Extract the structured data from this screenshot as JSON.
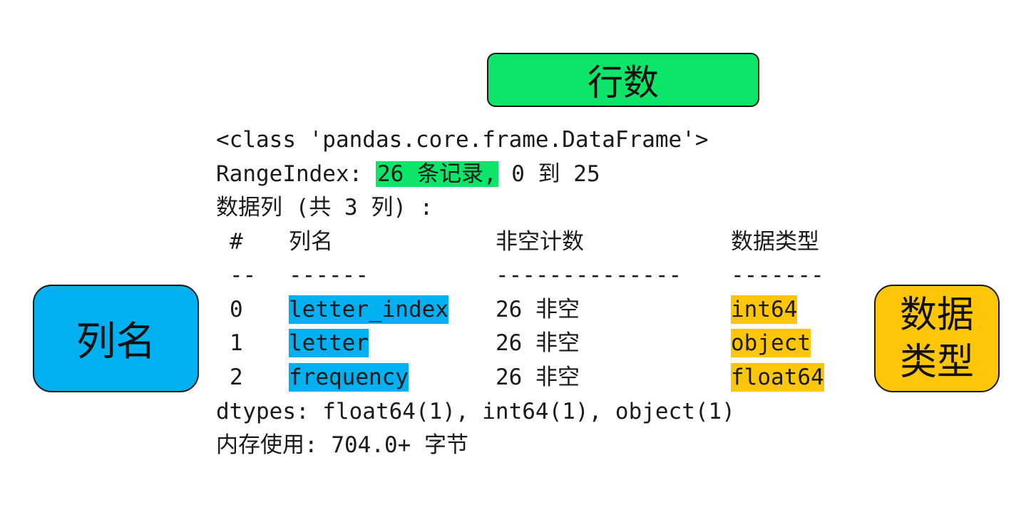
{
  "colors": {
    "rows_highlight": "#0de46a",
    "cols_highlight": "#00b0f0",
    "dtype_highlight": "#fdc608"
  },
  "callouts": {
    "rows": "行数",
    "columns": "列名",
    "dtype_line1": "数据",
    "dtype_line2": "类型"
  },
  "info": {
    "class_line": "<class 'pandas.core.frame.DataFrame'>",
    "range_prefix": "RangeIndex: ",
    "range_count": "26 条记录,",
    "range_suffix": " 0 到 25",
    "columns_line": "数据列 (共 3 列) :",
    "dtypes_line": "dtypes: float64(1), int64(1), object(1)",
    "memory_line": "内存使用: 704.0+ 字节"
  },
  "table": {
    "headers": [
      "#",
      "列名",
      "非空计数",
      "数据类型"
    ],
    "separators": [
      "--",
      "------",
      "--------------",
      "-------"
    ],
    "rows": [
      {
        "index": "0",
        "column": "letter_index",
        "non_null": "26 非空",
        "dtype": "int64"
      },
      {
        "index": "1",
        "column": "letter",
        "non_null": "26 非空",
        "dtype": "object"
      },
      {
        "index": "2",
        "column": "frequency",
        "non_null": "26 非空",
        "dtype": "float64"
      }
    ]
  }
}
